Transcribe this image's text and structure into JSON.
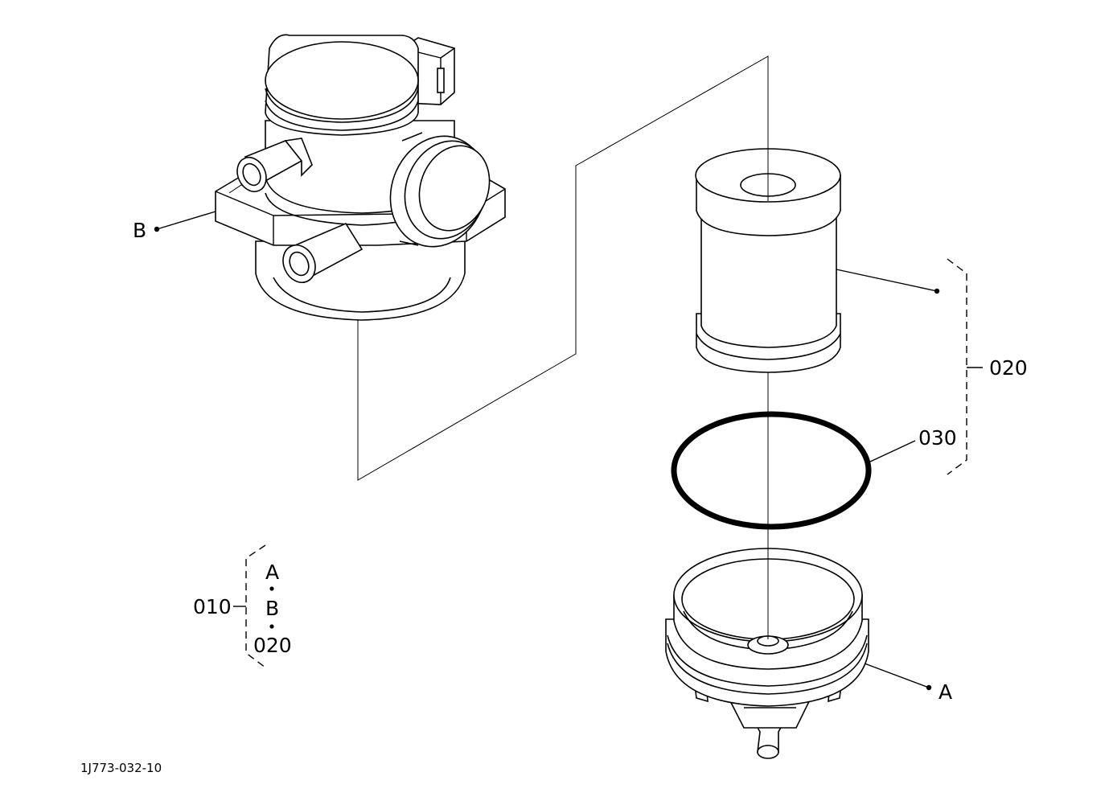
{
  "callouts": {
    "b_label": "B",
    "a_label": "A",
    "part_020": "020",
    "part_030": "030"
  },
  "legend": {
    "part_010": "010",
    "item_a": "A",
    "item_b": "B",
    "item_020": "020"
  },
  "drawing_number": "1J773-032-10"
}
